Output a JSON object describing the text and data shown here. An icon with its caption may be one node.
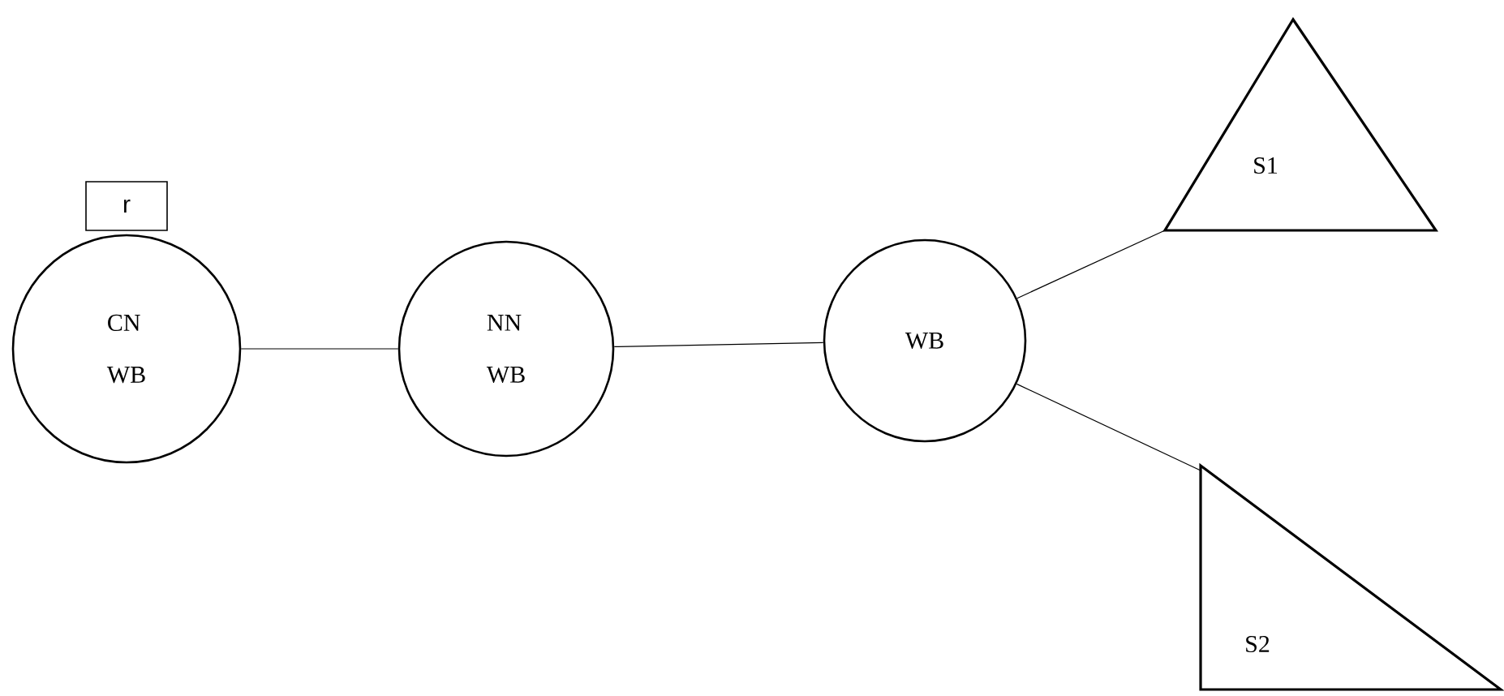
{
  "diagram": {
    "nodes": [
      {
        "text": [
          "r"
        ]
      },
      {
        "text": [
          "CN",
          "WB"
        ]
      },
      {
        "text": [
          "NN",
          "WB"
        ]
      },
      {
        "text": [
          "WB"
        ]
      },
      {
        "text": [
          "S1"
        ]
      },
      {
        "text": [
          "S2"
        ]
      }
    ],
    "edges": [
      {
        "from": 1,
        "to": 2,
        "arrow": "none"
      },
      {
        "from": 2,
        "to": 3,
        "arrow": "none"
      },
      {
        "from": 3,
        "to": 4,
        "arrow": "none"
      },
      {
        "from": 3,
        "to": 5,
        "arrow": "none"
      }
    ]
  }
}
